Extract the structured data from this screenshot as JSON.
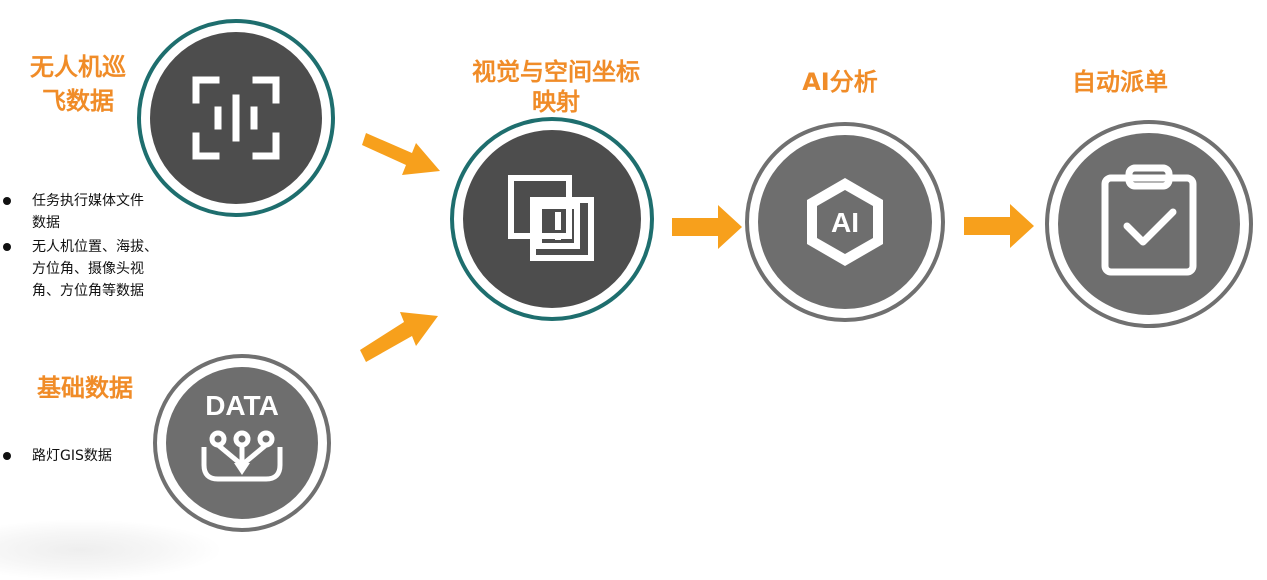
{
  "sources": {
    "uav": {
      "title": "无人机巡\n飞数据",
      "bullets": [
        "任务执行媒体文件\n数据",
        "无人机位置、海拔、\n方位角、摄像头视\n角、方位角等数据"
      ]
    },
    "base": {
      "title": "基础数据",
      "bullets": [
        "路灯GIS数据"
      ],
      "icon_text": "DATA"
    }
  },
  "steps": [
    {
      "title": "视觉与空间坐标\n映射",
      "icon": "overlapping-windows-alert-icon"
    },
    {
      "title": "AI分析",
      "icon": "hexagon-ai-icon",
      "icon_text": "AI"
    },
    {
      "title": "自动派单",
      "icon": "clipboard-check-icon"
    }
  ],
  "colors": {
    "accent": "#f08c28",
    "arrow": "#f7a01c",
    "ring": "#1e6e6e",
    "dark_circle": "#4d4d4d",
    "mid_circle": "#6e6e6e",
    "light_ring": "#707070"
  }
}
